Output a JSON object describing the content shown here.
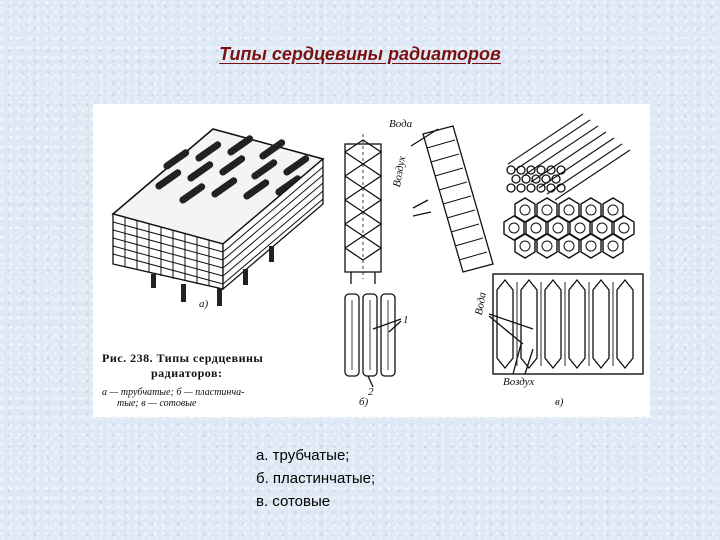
{
  "slide": {
    "title": "Типы сердцевины радиаторов"
  },
  "figure": {
    "caption_title": "Рис. 238. Типы сердцевины",
    "caption_title_cont": "радиаторов:",
    "caption_note_line1": "а — трубчатые; б — пластинча-",
    "caption_note_line2": "тые; в — сотовые",
    "labels": {
      "a": "а)",
      "b": "б)",
      "v": "в)",
      "voda_top": "Вода",
      "vozdukh_mid": "Воздух",
      "voda_right": "Вода",
      "vozdukh_bottom": "Воздух",
      "num1": "1",
      "num2": "2"
    }
  },
  "legend": {
    "items": [
      "а. трубчатые;",
      "б. пластинчатые;",
      "в. сотовые"
    ]
  }
}
